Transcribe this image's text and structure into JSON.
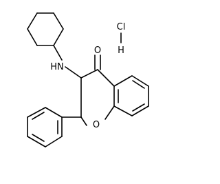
{
  "molecule": {
    "atoms": {
      "amine": "HN",
      "carbonyl_oxygen": "O",
      "ring_oxygen": "O",
      "chlorine": "Cl",
      "hydrogen": "H"
    },
    "colors": {
      "bond": "#000000",
      "label": "#000000",
      "background": "#ffffff"
    }
  }
}
